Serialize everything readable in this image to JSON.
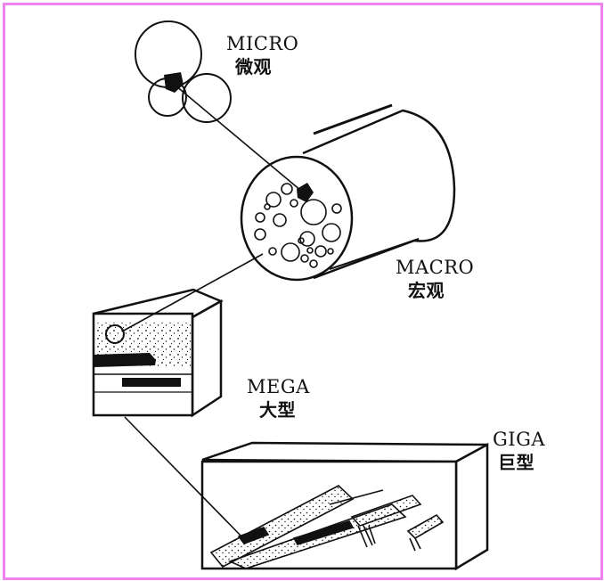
{
  "colors": {
    "frame": "#ee82ee",
    "ink": "#111111",
    "paper": "#ffffff"
  },
  "scales": [
    {
      "key": "micro",
      "en": "MICRO",
      "zh": "微观"
    },
    {
      "key": "macro",
      "en": "MACRO",
      "zh": "宏观"
    },
    {
      "key": "mega",
      "en": "MEGA",
      "zh": "大型"
    },
    {
      "key": "giga",
      "en": "GIGA",
      "zh": "巨型"
    }
  ]
}
